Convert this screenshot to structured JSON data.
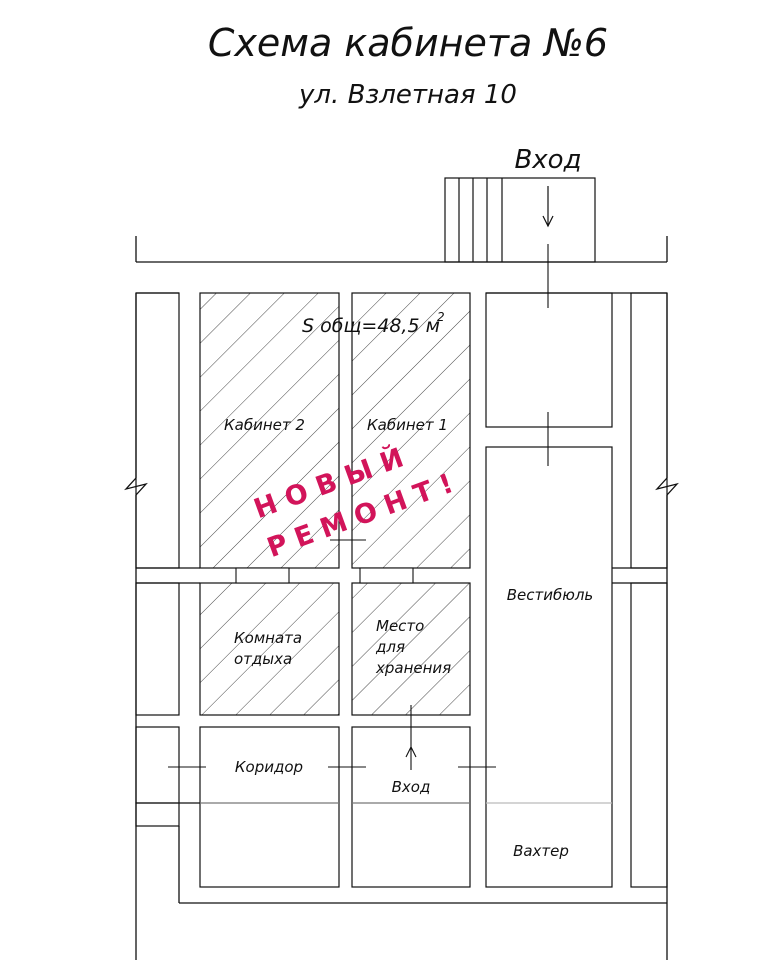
{
  "title": "Схема кабинета №6",
  "address": "ул. Взлетная 10",
  "area": {
    "label": "S общ=48,5 м",
    "superscript": "2"
  },
  "rooms": {
    "cabinet2": "Кабинет 2",
    "cabinet1": "Кабинет 1",
    "rest_room_line1": "Комната",
    "rest_room_line2": "отдыха",
    "storage_line1": "Место",
    "storage_line2": "для",
    "storage_line3": "хранения",
    "vestibule": "Вестибюль",
    "corridor": "Коридор",
    "watchman": "Вахтер"
  },
  "entrances": {
    "main": "Вход",
    "inner": "Вход"
  },
  "stamp": {
    "line1": "НОВЫЙ",
    "line2": "РЕМОНТ!"
  },
  "colors": {
    "lines": "#111111",
    "hatch": "#333333",
    "stamp": "#d2145a"
  }
}
